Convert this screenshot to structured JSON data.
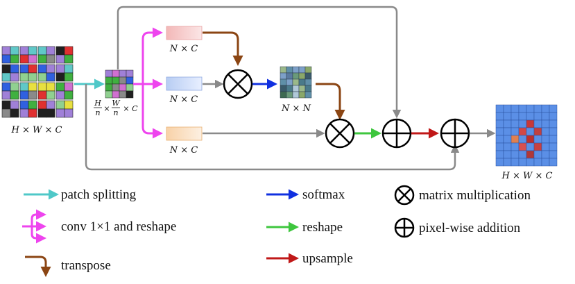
{
  "colors": {
    "patch_split": "#4fc8c8",
    "conv": "#ee44ee",
    "transpose": "#8b4513",
    "softmax": "#1030e0",
    "reshape": "#3ec63e",
    "upsample": "#c01818",
    "flow": "#8a8a8a"
  },
  "labels": {
    "input_dim": "H × W × C",
    "patch_dim_h": "H",
    "patch_dim_n1": "n",
    "patch_dim_w": "W",
    "patch_dim_n2": "n",
    "patch_dim_c": "× C",
    "times": "×",
    "branch_top": "N × C",
    "branch_mid": "N × C",
    "branch_bot": "N × C",
    "attention_dim": "N × N",
    "output_dim": "H × W × C"
  },
  "legend": {
    "patch_splitting": "patch splitting",
    "conv_reshape": "conv 1×1 and reshape",
    "transpose": "transpose",
    "softmax": "softmax",
    "reshape": "reshape",
    "upsample": "upsample",
    "matrix_multiplication": "matrix multiplication",
    "pixel_wise_addition": "pixel-wise addition"
  }
}
